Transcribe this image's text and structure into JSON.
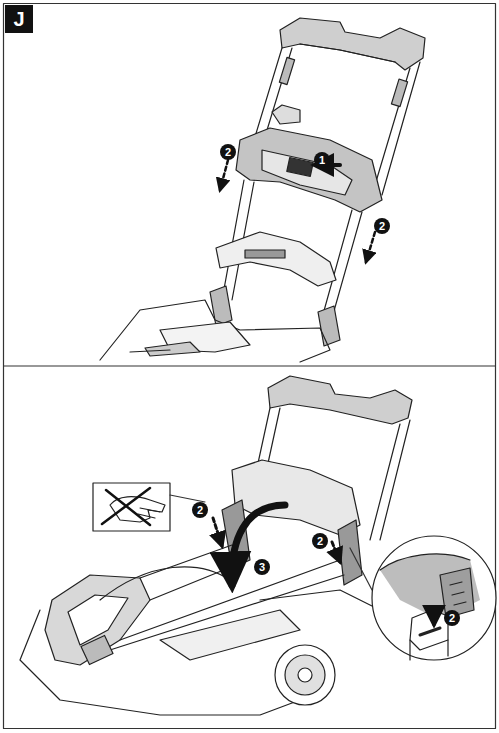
{
  "diagram": {
    "nodes": [
      {
        "text": [
          "J"
        ]
      },
      {
        "text": [
          "1"
        ]
      },
      {
        "text": [
          "2"
        ]
      },
      {
        "text": [
          "2"
        ]
      },
      {
        "text": [
          "2"
        ]
      },
      {
        "text": [
          "2"
        ]
      },
      {
        "text": [
          "3"
        ]
      },
      {
        "text": [
          "2"
        ]
      }
    ]
  }
}
